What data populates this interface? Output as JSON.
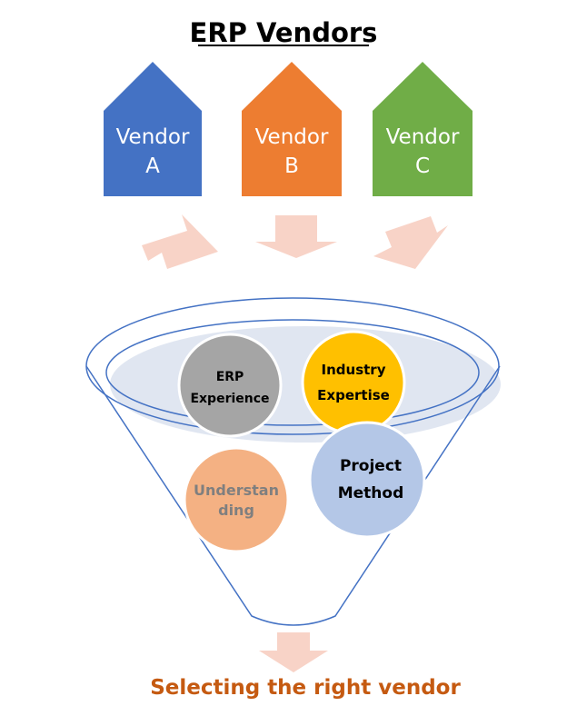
{
  "title": "ERP Vendors",
  "vendors": [
    {
      "line1": "Vendor",
      "line2": "A",
      "color": "#4472c4"
    },
    {
      "line1": "Vendor",
      "line2": "B",
      "color": "#ed7d31"
    },
    {
      "line1": "Vendor",
      "line2": "C",
      "color": "#70ad47"
    }
  ],
  "criteria": [
    {
      "line1": "ERP",
      "line2": "Experience",
      "color": "#a5a5a5",
      "text_color": "#000000"
    },
    {
      "line1": "Industry",
      "line2": "Expertise",
      "color": "#ffc000",
      "text_color": "#000000"
    },
    {
      "line1": "Understan",
      "line2": "ding",
      "color": "#f4b183",
      "text_color": "#7f7f7f"
    },
    {
      "line1": "Project",
      "line2": "Method",
      "color": "#b4c7e7",
      "text_color": "#000000"
    }
  ],
  "result": "Selecting the right vendor",
  "colors": {
    "arrow": "#f8d3c7",
    "funnel_outline": "#4472c4",
    "funnel_fill": "#dde3ef",
    "result_text": "#c55a11"
  }
}
